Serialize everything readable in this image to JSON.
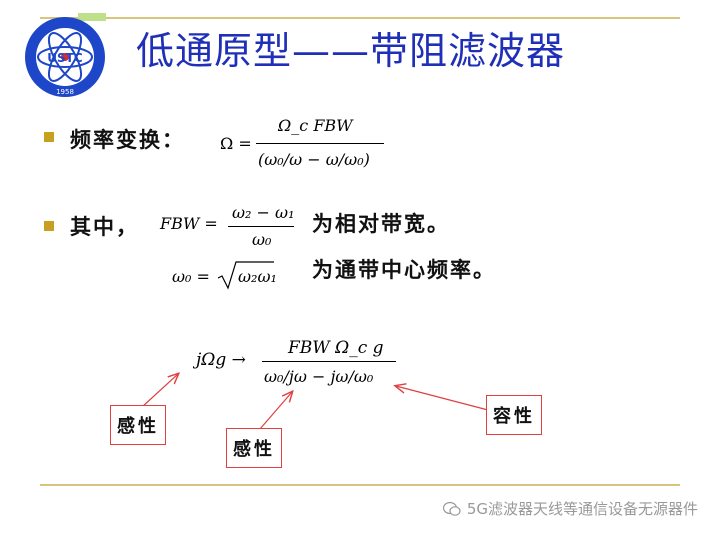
{
  "title": "低通原型——带阻滤波器",
  "logo": {
    "text": "USTC",
    "year": "1958"
  },
  "bullet1": {
    "label": "频率变换："
  },
  "eq1": {
    "lhs": "Ω =",
    "numerator": "Ω_c FBW",
    "denominator": "(ω₀/ω − ω/ω₀)"
  },
  "bullet2": {
    "label": "其中，"
  },
  "eq2": {
    "lhs": "FBW =",
    "numerator": "ω₂ − ω₁",
    "denominator": "ω₀",
    "note": "为相对带宽。"
  },
  "eq3": {
    "lhs": "ω₀ =",
    "rhs": "ω₂ω₁",
    "note": "为通带中心频率。"
  },
  "eq4": {
    "lhs": "jΩg →",
    "numerator": "FBW Ω_c g",
    "denominator": "ω₀/jω − jω/ω₀"
  },
  "labels": {
    "inductive1": "感性",
    "inductive2": "感性",
    "capacitive": "容性"
  },
  "watermark": "5G滤波器天线等通信设备无源器件",
  "colors": {
    "title": "#1f2fb8",
    "bullet": "#c8a020",
    "arrow": "#e04040",
    "rule": "#d8c47a"
  }
}
